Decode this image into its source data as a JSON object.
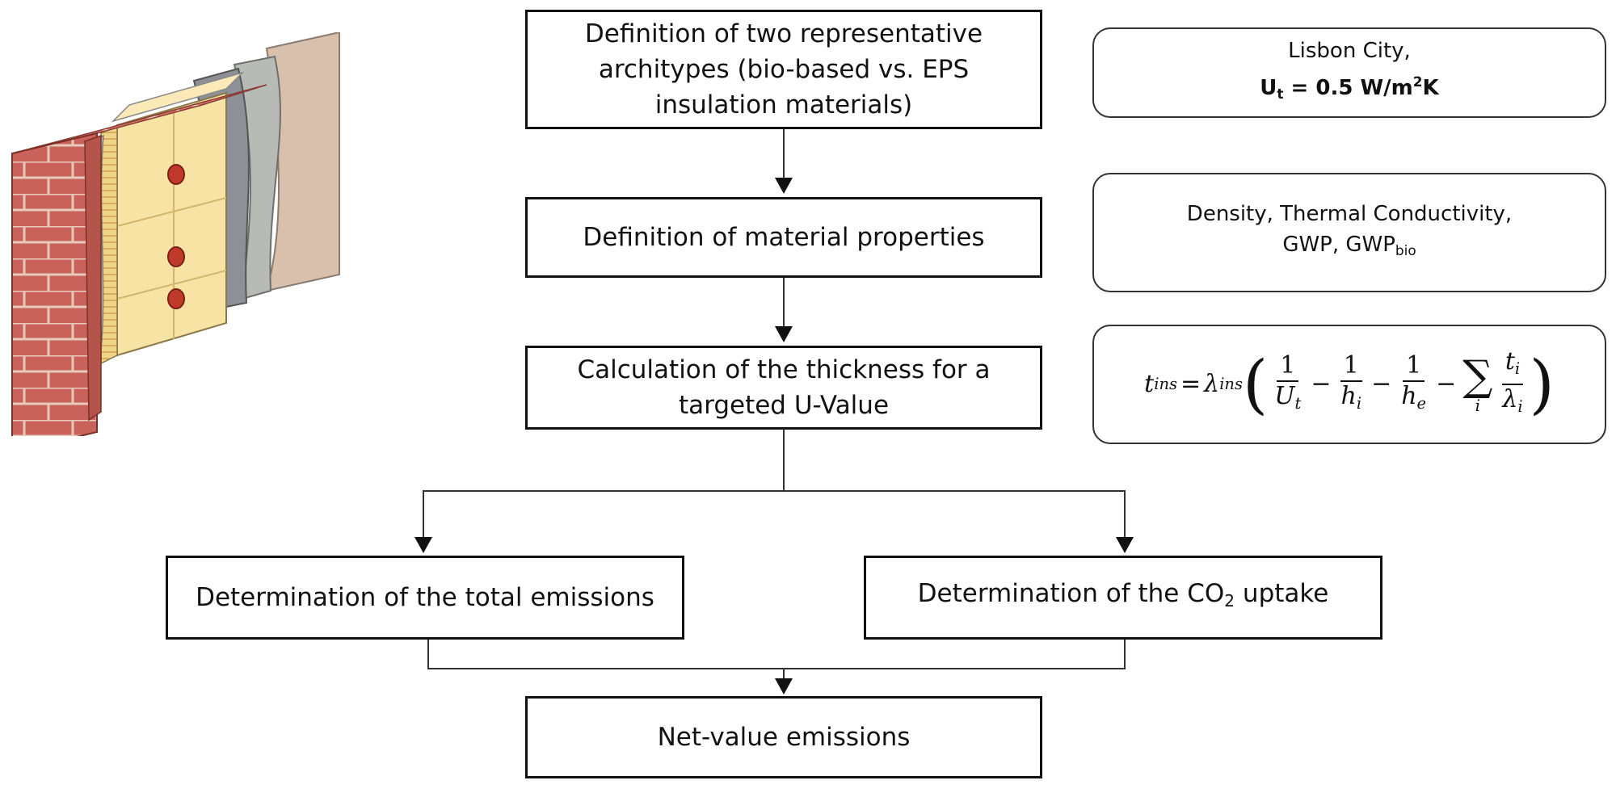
{
  "boxes": {
    "b1_line1": "Definition of two representative",
    "b1_line2": "architypes (bio-based vs. EPS",
    "b1_line3": "insulation materials)",
    "b2": "Definition of material properties",
    "b3_line1": "Calculation of the thickness for a",
    "b3_line2": "targeted U-Value",
    "b4": "Determination of the total emissions",
    "b5_pre": "Determination of the CO",
    "b5_sub": "2",
    "b5_post": " uptake",
    "b6": "Net-value emissions"
  },
  "notes": {
    "n1_line1": "Lisbon City,",
    "n1_U": "U",
    "n1_U_sub": "t",
    "n1_val": " = 0.5 W/m",
    "n1_sup": "2",
    "n1_K": "K",
    "n2_line1": "Density, Thermal Conductivity,",
    "n2_line2_pre": "GWP, GWP",
    "n2_line2_sub": "bio"
  },
  "formula": {
    "lhs": "t",
    "lhs_sub": "ins",
    "eq": "=",
    "lambda": "λ",
    "lambda_sub": "ins",
    "one": "1",
    "U": "U",
    "U_sub": "t",
    "h": "h",
    "h_i_sub": "i",
    "h_e_sub": "e",
    "minus": "−",
    "sigma": "∑",
    "sum_idx": "i",
    "t": "t",
    "t_sub": "i",
    "lam": "λ",
    "lam_sub": "i",
    "lparen": "(",
    "rparen": ")"
  },
  "colors": {
    "brick": "#c8625a",
    "mortar": "#e9c9bc",
    "insulation": "#f7e3a4",
    "dowel": "#c0392b",
    "grey_dark": "#8d9096",
    "grey_light": "#b8bab5",
    "plaster": "#d8c0ad"
  }
}
